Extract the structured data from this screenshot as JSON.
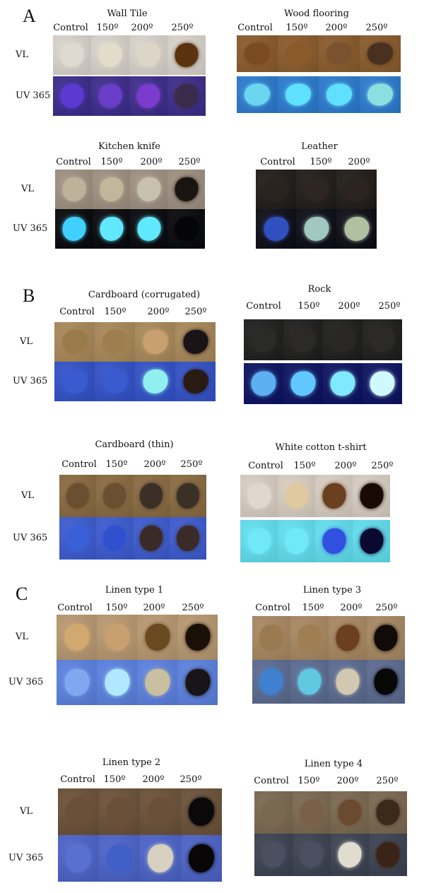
{
  "sections": [
    "A",
    "B",
    "C"
  ],
  "row_labels": {
    "visible": "VL",
    "uv": "UV 365"
  },
  "panels": [
    {
      "title": "Wall Tile",
      "columns": [
        "Control",
        "150º",
        "200º",
        "250º"
      ],
      "show_row_labels": true,
      "vl": [
        "#dedad2",
        "#e4dccb",
        "#ddd6c8",
        "#5a3210"
      ],
      "uv": [
        "#5a3ad0",
        "#6a3dc8",
        "#7a3ccc",
        "#3b2b4a"
      ],
      "vl_bg": "#d9d4cc",
      "uv_bg": "#3a2a8a"
    },
    {
      "title": "Wood flooring",
      "columns": [
        "Control",
        "150º",
        "200º",
        "250º"
      ],
      "show_row_labels": false,
      "vl": [
        "#7a4a20",
        "#8a5a2a",
        "#7a5230",
        "#4a3020"
      ],
      "uv": [
        "#6ad6f0",
        "#60e0ff",
        "#60e0ff",
        "#8ae0e0"
      ],
      "vl_bg": "#8a5a2a",
      "uv_bg": "#2a7ad0"
    },
    {
      "title": "Kitchen knife",
      "columns": [
        "Control",
        "150º",
        "200º",
        "250º"
      ],
      "show_row_labels": true,
      "vl": [
        "#bfb29a",
        "#c4b69a",
        "#c8c0b0",
        "#1a1410"
      ],
      "uv": [
        "#40d0ff",
        "#60e8ff",
        "#60e8ff",
        "#050508"
      ],
      "vl_bg": "#9e9080",
      "uv_bg": "#05060a"
    },
    {
      "title": "Leather",
      "columns": [
        "Control",
        "150º",
        "200º"
      ],
      "show_row_labels": false,
      "vl": [
        "#2a2420",
        "#2e2622",
        "#2c2420"
      ],
      "uv": [
        "#3050c0",
        "#a0c8c0",
        "#b0c0a0"
      ],
      "vl_bg": "#1e1a18",
      "uv_bg": "#0a0a14"
    },
    {
      "title": "Cardboard (corrugated)",
      "columns": [
        "Control",
        "150º",
        "200º",
        "250º"
      ],
      "show_row_labels": true,
      "vl": [
        "#9a7a4a",
        "#9e7e4e",
        "#c8a070",
        "#1a1418"
      ],
      "uv": [
        "#3a5ad0",
        "#3a5ad0",
        "#90f0f0",
        "#2a1a14"
      ],
      "vl_bg": "#a88858",
      "uv_bg": "#3050c8"
    },
    {
      "title": "Rock",
      "columns": [
        "Control",
        "150º",
        "200º",
        "250º"
      ],
      "show_row_labels": false,
      "vl": [
        "#2a2a26",
        "#2c2a26",
        "#2a2826",
        "#2c2a28"
      ],
      "uv": [
        "#5ab0f0",
        "#60c8ff",
        "#80e8ff",
        "#d0f8ff"
      ],
      "vl_bg": "#1c1c1a",
      "uv_bg": "#0a1060"
    },
    {
      "title": "Cardboard (thin)",
      "columns": [
        "Control",
        "150º",
        "200º",
        "250º"
      ],
      "show_row_labels": true,
      "vl": [
        "#6a5030",
        "#6a5030",
        "#3a3026",
        "#3a3026"
      ],
      "uv": [
        "#3a60d8",
        "#3050d0",
        "#3a2a28",
        "#3a2a28"
      ],
      "vl_bg": "#8a6a40",
      "uv_bg": "#3a5ad0"
    },
    {
      "title": "White cotton t-shirt",
      "columns": [
        "Control",
        "150º",
        "200º",
        "250º"
      ],
      "show_row_labels": false,
      "vl": [
        "#e0d8cc",
        "#e0c8a0",
        "#6a4020",
        "#1a0a06"
      ],
      "uv": [
        "#70e8f8",
        "#70e8f8",
        "#3050e0",
        "#0a0a30"
      ],
      "vl_bg": "#d8cfc2",
      "uv_bg": "#60e0f0"
    },
    {
      "title": "Linen type 1",
      "columns": [
        "Control",
        "150º",
        "200º",
        "250º"
      ],
      "show_row_labels": true,
      "vl": [
        "#d0a870",
        "#c8a070",
        "#6a4a20",
        "#1a1008"
      ],
      "uv": [
        "#80a8f0",
        "#b0e8ff",
        "#c8c0a0",
        "#181418"
      ],
      "vl_bg": "#b89870",
      "uv_bg": "#5a80e0"
    },
    {
      "title": "Linen type 3",
      "columns": [
        "Control",
        "150º",
        "200º",
        "250º"
      ],
      "show_row_labels": false,
      "vl": [
        "#9a7a50",
        "#9e7e52",
        "#6a4020",
        "#100a08"
      ],
      "uv": [
        "#4080d0",
        "#60c8e0",
        "#d0c8b0",
        "#080808"
      ],
      "vl_bg": "#a88860",
      "uv_bg": "#5a6a90"
    },
    {
      "title": "Linen type 2",
      "columns": [
        "Control",
        "150º",
        "200º",
        "250º"
      ],
      "show_row_labels": true,
      "vl": [
        "#6a5038",
        "#6a5038",
        "#6a5038",
        "#0a0808"
      ],
      "uv": [
        "#5a70d0",
        "#4060c8",
        "#d8d0c0",
        "#080606"
      ],
      "vl_bg": "#6a5038",
      "uv_bg": "#4a62c8"
    },
    {
      "title": "Linen type 4",
      "columns": [
        "Control",
        "150º",
        "200º",
        "250º"
      ],
      "show_row_labels": false,
      "vl": [
        "#7a6850",
        "#7a6048",
        "#6a4a30",
        "#3a2a1a"
      ],
      "uv": [
        "#4a5060",
        "#4a5060",
        "#e0dcd0",
        "#3a2418"
      ],
      "vl_bg": "#7a6850",
      "uv_bg": "#3a4050"
    }
  ]
}
